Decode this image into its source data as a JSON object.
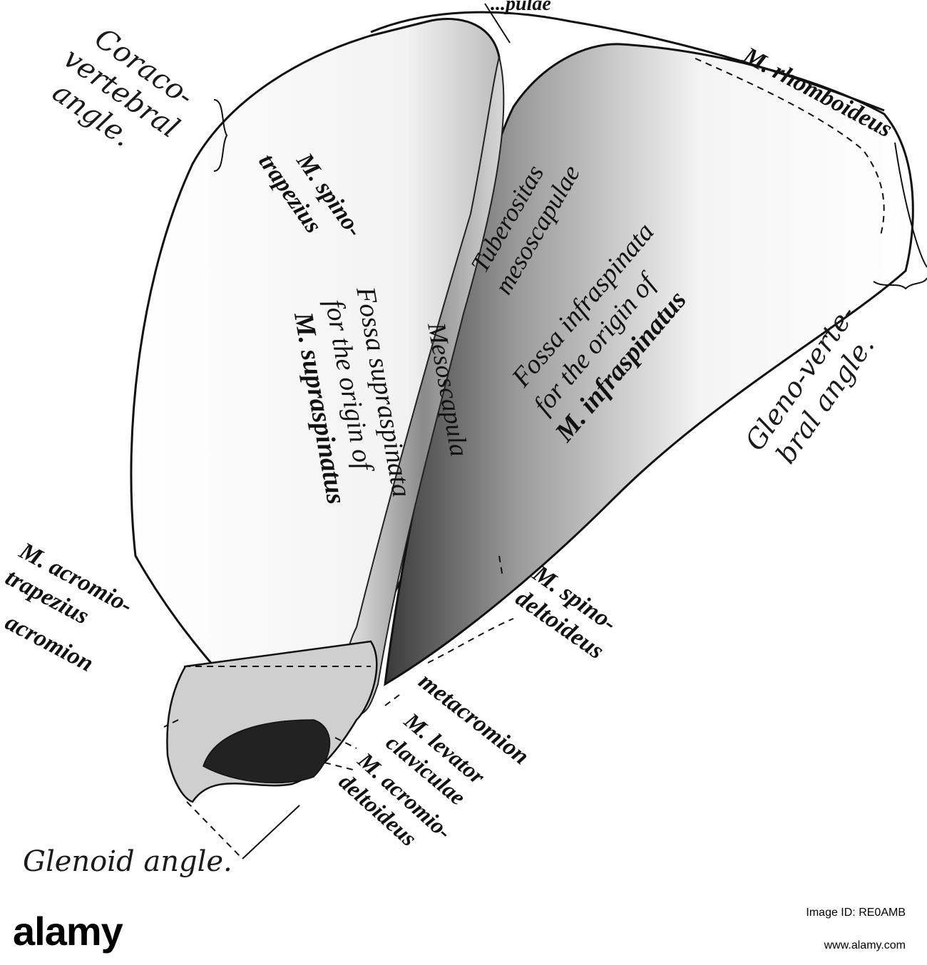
{
  "labels": {
    "scapulae_top": "...pulae",
    "coraco_vertebral_1": "Coraco-",
    "coraco_vertebral_2": "vertebral",
    "coraco_vertebral_3": "angle.",
    "rhomboideus": "M. rhomboideus",
    "spino_trapezius_1": "M. spino-",
    "spino_trapezius_2": "trapezius",
    "tuberositas_1": "Tuberositas",
    "tuberositas_2": "mesoscapulae",
    "fossa_infra_1": "Fossa infraspinata",
    "fossa_infra_2": "for the origin of",
    "fossa_infra_3": "M. infraspinatus",
    "mesoscapula": "Mesoscapula",
    "fossa_supra_1": "Fossa supraspinata",
    "fossa_supra_2": "for the origin of",
    "fossa_supra_3": "M. supraspinatus",
    "gleno_vertebral_1": "Gleno-verte-",
    "gleno_vertebral_2": "bral angle.",
    "acromio_trapezius_1": "M. acromio-",
    "acromio_trapezius_2": "trapezius",
    "acromion": "acromion",
    "spino_deltoideus_1": "M. spino-",
    "spino_deltoideus_2": "deltoideus",
    "metacromion": "metacromion",
    "levator_1": "M. levator",
    "levator_2": "claviculae",
    "acromio_deltoideus_1": "M. acromio-",
    "acromio_deltoideus_2": "deltoideus",
    "glenoid_angle": "Glenoid angle."
  },
  "watermark": {
    "logo": "alamy",
    "image_id": "Image ID: RE0AMB",
    "url": "www.alamy.com"
  }
}
